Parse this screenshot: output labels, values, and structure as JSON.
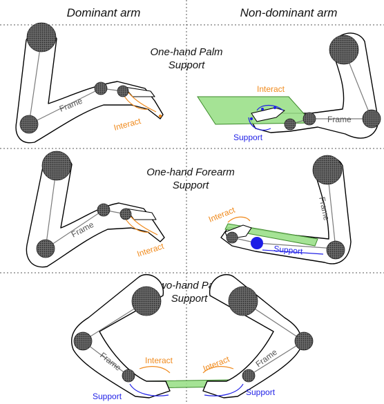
{
  "headers": {
    "left": "Dominant arm",
    "right": "Non-dominant arm"
  },
  "panels": [
    {
      "title_line1": "One-hand Palm",
      "title_line2": "Support",
      "frame": "Frame",
      "frame_right": "Frame",
      "interact": "Interact",
      "interact_right": "Interact",
      "support": "Support"
    },
    {
      "title_line1": "One-hand Forearm",
      "title_line2": "Support",
      "frame": "Frame",
      "frame_right": "Frame",
      "interact": "Interact",
      "interact_right": "Interact",
      "support": "Support"
    },
    {
      "title_line1": "Two-hand Palm",
      "title_line2": "Support",
      "frame": "Frame",
      "frame_right": "Frame",
      "interact": "Interact",
      "interact_right": "Interact",
      "support": "Support",
      "support_right": "Support"
    }
  ],
  "colors": {
    "interact": "#f08a1c",
    "support": "#1e1ee6",
    "plane": "#9be08a",
    "joint": "#444444"
  }
}
